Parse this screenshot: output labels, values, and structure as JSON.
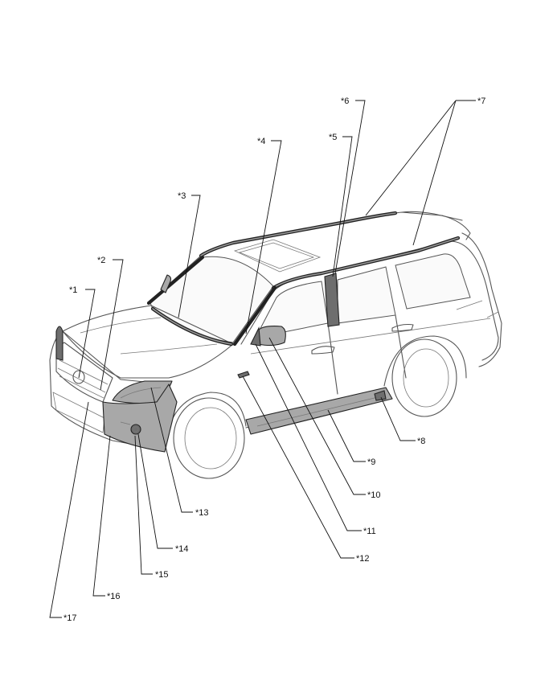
{
  "callouts": [
    {
      "id": "c1",
      "label": "*1"
    },
    {
      "id": "c2",
      "label": "*2"
    },
    {
      "id": "c3",
      "label": "*3"
    },
    {
      "id": "c4",
      "label": "*4"
    },
    {
      "id": "c5",
      "label": "*5"
    },
    {
      "id": "c6",
      "label": "*6"
    },
    {
      "id": "c7",
      "label": "*7"
    },
    {
      "id": "c8",
      "label": "*8"
    },
    {
      "id": "c9",
      "label": "*9"
    },
    {
      "id": "c10",
      "label": "*10"
    },
    {
      "id": "c11",
      "label": "*11"
    },
    {
      "id": "c12",
      "label": "*12"
    },
    {
      "id": "c13",
      "label": "*13"
    },
    {
      "id": "c14",
      "label": "*14"
    },
    {
      "id": "c15",
      "label": "*15"
    },
    {
      "id": "c16",
      "label": "*16"
    },
    {
      "id": "c17",
      "label": "*17"
    }
  ]
}
